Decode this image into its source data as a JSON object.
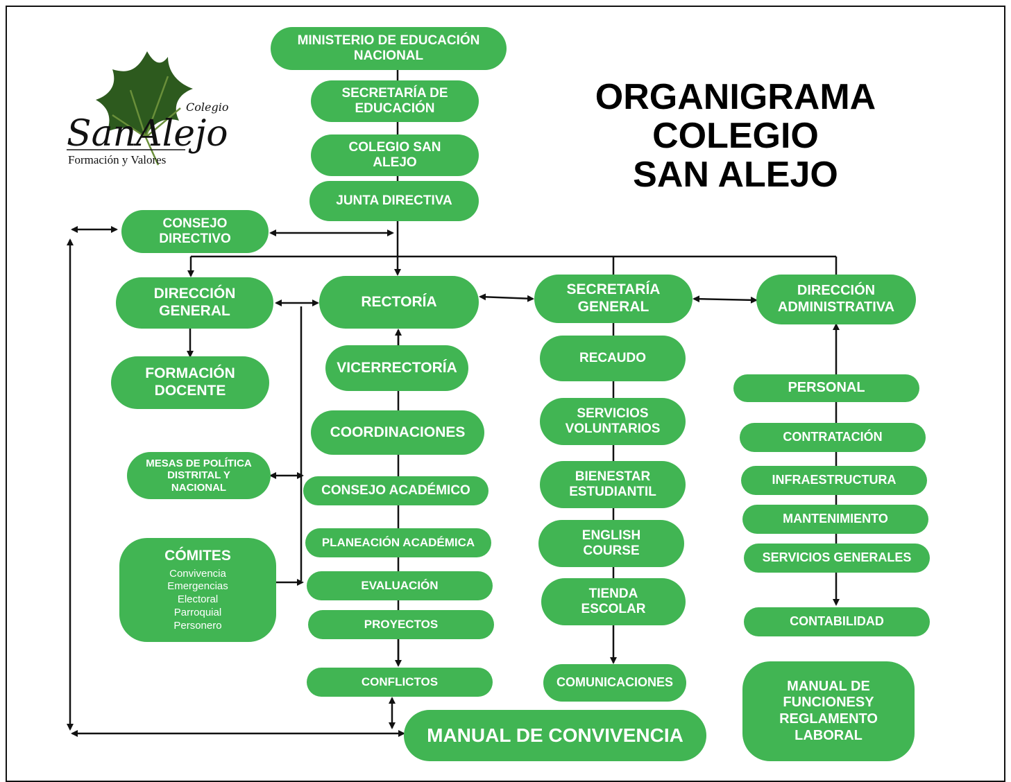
{
  "title": "ORGANIGRAMA\nCOLEGIO\nSAN ALEJO",
  "logo": {
    "label_small": "Colegio",
    "label_main": "SanAlejo",
    "tagline": "Formación y Valores"
  },
  "colors": {
    "node_green": "#41b553",
    "leaf_dark": "#2d5a1e",
    "text": "#ffffff"
  },
  "nodes": {
    "ministerio": "MINISTERIO DE EDUCACIÓN\nNACIONAL",
    "secretaria_educacion": "SECRETARÍA DE\nEDUCACIÓN",
    "colegio": "COLEGIO SAN\nALEJO",
    "junta": "JUNTA DIRECTIVA",
    "consejo_directivo": "CONSEJO\nDIRECTIVO",
    "direccion_general": "DIRECCIÓN\nGENERAL",
    "formacion_docente": "FORMACIÓN\nDOCENTE",
    "mesas": "MESAS DE POLÍTICA\nDISTRITAL Y\nNACIONAL",
    "comites": "CÓMITES",
    "comites_items": "Convivencia\nEmergencias\nElectoral\nParroquial\nPersonero",
    "rectoria": "RECTORÍA",
    "vicerrectoria": "VICERRECTORÍA",
    "coordinaciones": "COORDINACIONES",
    "consejo_academico": "CONSEJO ACADÉMICO",
    "planeacion": "PLANEACIÓN ACADÉMICA",
    "evaluacion": "EVALUACIÓN",
    "proyectos": "PROYECTOS",
    "conflictos": "CONFLICTOS",
    "manual_convivencia": "MANUAL DE CONVIVENCIA",
    "secretaria_general": "SECRETARÍA\nGENERAL",
    "recaudo": "RECAUDO",
    "servicios_voluntarios": "SERVICIOS\nVOLUNTARIOS",
    "bienestar": "BIENESTAR\nESTUDIANTIL",
    "english": "ENGLISH\nCOURSE",
    "tienda": "TIENDA\nESCOLAR",
    "comunicaciones": "COMUNICACIONES",
    "direccion_administrativa": "DIRECCIÓN\nADMINISTRATIVA",
    "personal": "PERSONAL",
    "contratacion": "CONTRATACIÓN",
    "infraestructura": "INFRAESTRUCTURA",
    "mantenimiento": "MANTENIMIENTO",
    "servicios_generales": "SERVICIOS GENERALES",
    "contabilidad": "CONTABILIDAD",
    "manual_funciones": "MANUAL DE\nFUNCIONESY\nREGLAMENTO\nLABORAL"
  }
}
